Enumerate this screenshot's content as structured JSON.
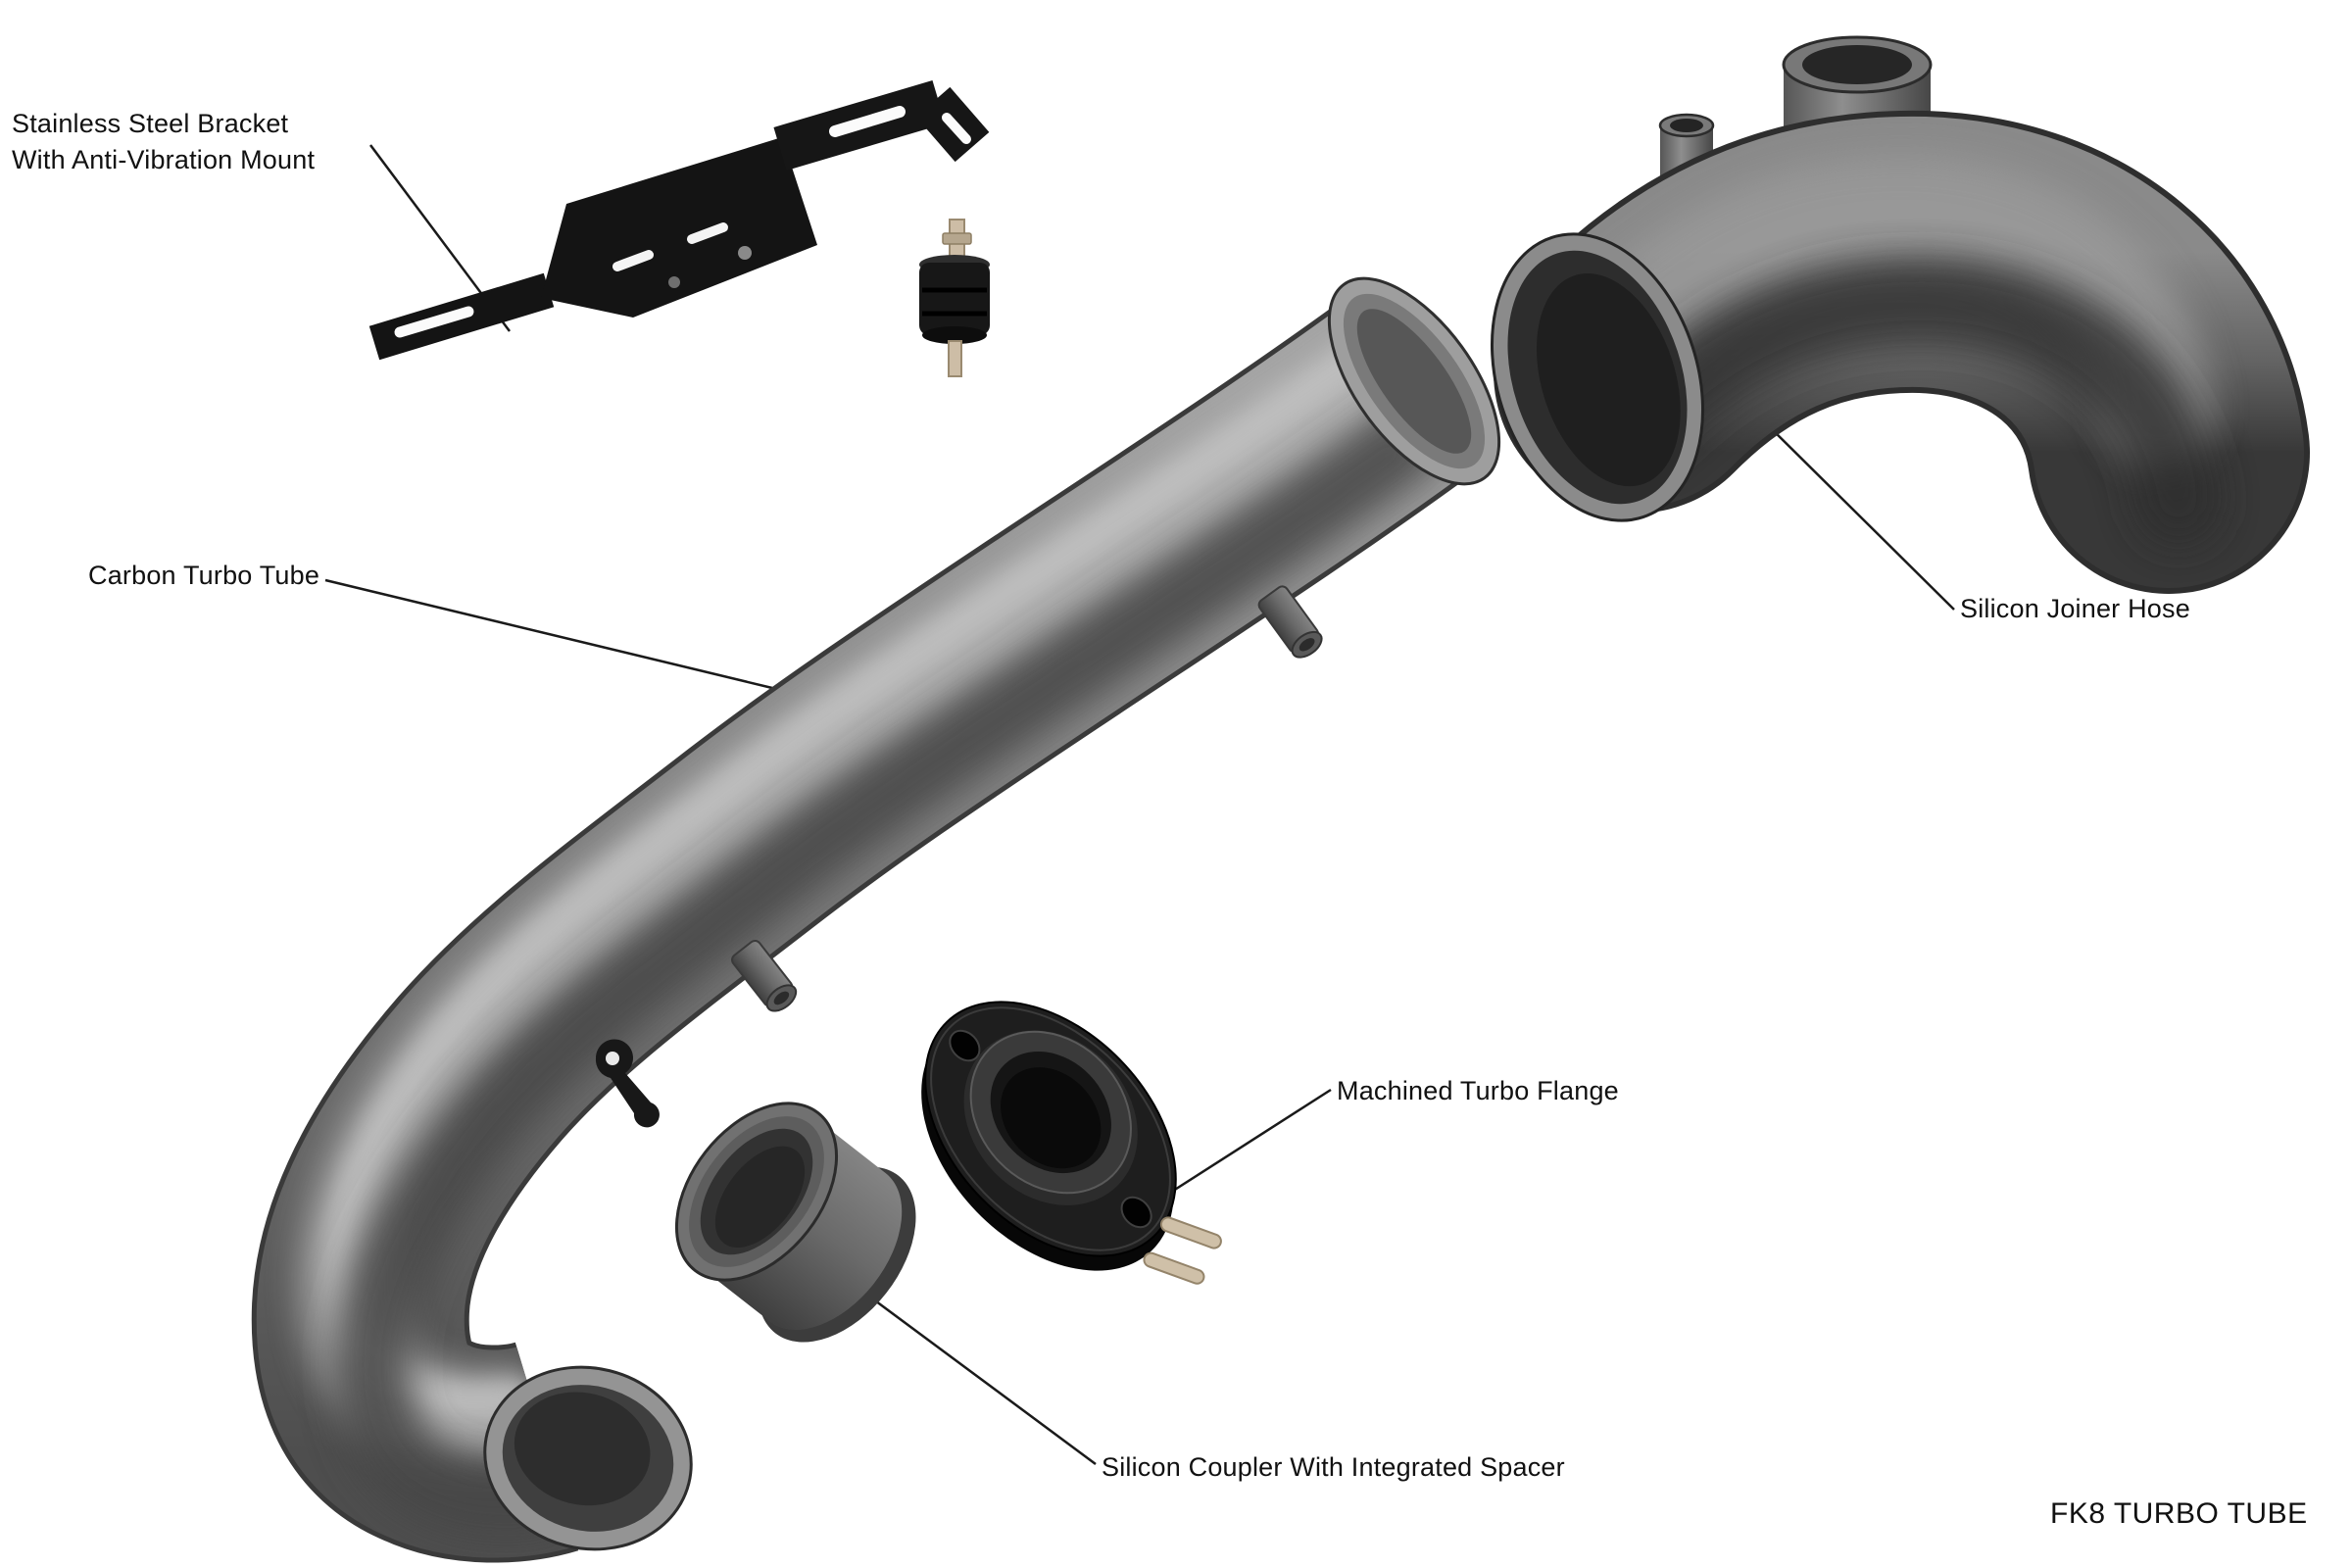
{
  "title": "FK8 TURBO TUBE",
  "colors": {
    "background": "#ffffff",
    "tube_gray": "#7c7c7c",
    "hose_gray": "#636363",
    "part_black": "#161616",
    "stud_tan": "#cdbda6",
    "text": "#111111",
    "leader_line": "#1a1a1a"
  },
  "labels": {
    "bracket_line1": "Stainless Steel Bracket",
    "bracket_line2": "With Anti-Vibration Mount",
    "carbon_tube": "Carbon Turbo Tube",
    "joiner_hose": "Silicon Joiner Hose",
    "turbo_flange": "Machined Turbo Flange",
    "coupler": "Silicon Coupler With Integrated Spacer"
  }
}
